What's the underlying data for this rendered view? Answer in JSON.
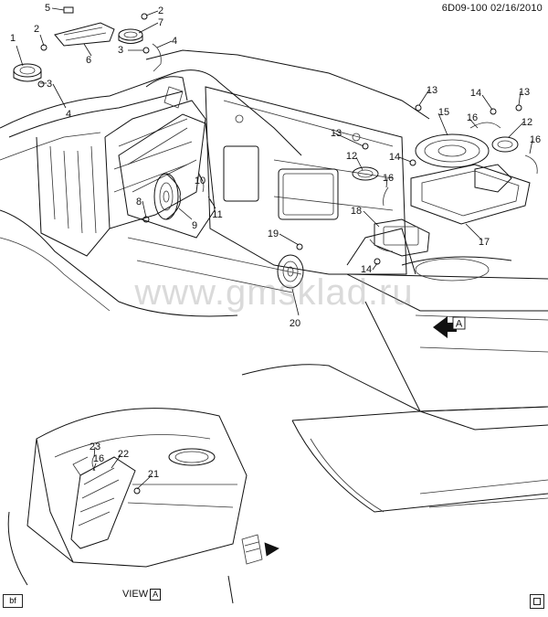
{
  "header": {
    "diagram_id": "6D09-100",
    "date": "02/16/2010"
  },
  "watermark": "www.gmsklad.ru",
  "view_label": "VIEW",
  "view_letter": "A",
  "arrow_letter": "A",
  "corner_tag": "bf",
  "callouts": [
    "1",
    "2",
    "3",
    "4",
    "5",
    "6",
    "7",
    "8",
    "9",
    "10",
    "11",
    "12",
    "13",
    "14",
    "15",
    "16",
    "17",
    "18",
    "19",
    "20",
    "21",
    "22",
    "23"
  ]
}
